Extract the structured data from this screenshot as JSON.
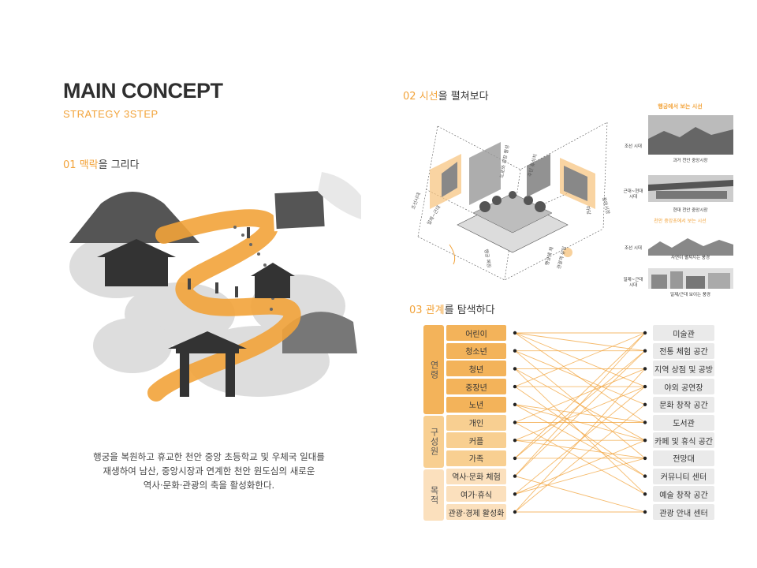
{
  "header": {
    "title": "MAIN CONCEPT",
    "subtitle": "STRATEGY 3STEP"
  },
  "section1": {
    "num": "01 ",
    "keyword": "맥락",
    "rest": "을 그리다",
    "description": [
      "행궁을 복원하고 휴교한 천안 중앙 초등학교 및 우체국 일대를",
      "재생하여 남산, 중앙시장과 연계한 천안 원도심의 새로운",
      "역사·문화·관광의 축을 활성화한다."
    ]
  },
  "section2": {
    "num": "02 ",
    "keyword": "시선",
    "rest": "을 펼쳐보다",
    "iso_labels": [
      "조선시대",
      "일제~근대",
      "도로와 광장 활성",
      "주민 휴식처",
      "행궁 복원",
      "마당",
      "중앙시장",
      "행궁에 제",
      "관광객 유입"
    ],
    "strip": {
      "title": "행궁에서 보는 시선",
      "mid_title": "천안 중앙초에서 보는 시선",
      "rows": [
        {
          "era": "조선 시대",
          "caption": "과거 천안 중앙시장"
        },
        {
          "era": "근대~현대 시대",
          "caption": "현대 천안 중앙시장"
        },
        {
          "era": "조선 시대",
          "caption": "자연이 펼쳐지는 풍경"
        },
        {
          "era": "일제~근대 시대",
          "caption": "일제/근대 보이는 풍경"
        }
      ]
    }
  },
  "section3": {
    "num": "03 ",
    "keyword": "관계",
    "rest": "를 탐색하다",
    "categories": [
      "연령",
      "구성원",
      "목적"
    ],
    "left": [
      "어린이",
      "청소년",
      "청년",
      "중장년",
      "노년",
      "개인",
      "커플",
      "가족",
      "역사·문화 체험",
      "여가·휴식",
      "관광·경제 활성화"
    ],
    "right": [
      "미술관",
      "전통 체험 공간",
      "지역 상점 및 공방",
      "야외 공연장",
      "문화 창작 공간",
      "도서관",
      "카페 및 휴식 공간",
      "전망대",
      "커뮤니티 센터",
      "예술 창작 공간",
      "관광 안내 센터"
    ],
    "links": [
      [
        0,
        0
      ],
      [
        0,
        1
      ],
      [
        0,
        3
      ],
      [
        0,
        5
      ],
      [
        1,
        1
      ],
      [
        1,
        4
      ],
      [
        1,
        7
      ],
      [
        2,
        2
      ],
      [
        2,
        6
      ],
      [
        2,
        9
      ],
      [
        3,
        0
      ],
      [
        3,
        3
      ],
      [
        3,
        8
      ],
      [
        4,
        5
      ],
      [
        4,
        8
      ],
      [
        4,
        6
      ],
      [
        5,
        5
      ],
      [
        5,
        2
      ],
      [
        5,
        9
      ],
      [
        6,
        6
      ],
      [
        6,
        7
      ],
      [
        6,
        3
      ],
      [
        7,
        1
      ],
      [
        7,
        7
      ],
      [
        7,
        0
      ],
      [
        8,
        0
      ],
      [
        8,
        1
      ],
      [
        8,
        10
      ],
      [
        9,
        6
      ],
      [
        9,
        7
      ],
      [
        9,
        3
      ],
      [
        10,
        2
      ],
      [
        10,
        10
      ],
      [
        10,
        4
      ]
    ],
    "colors": {
      "left_age": "#f3b35a",
      "left_member": "#f8cf91",
      "left_purpose": "#fbe0bd",
      "right": "#eaeaea",
      "line": "#f2a33a"
    }
  }
}
